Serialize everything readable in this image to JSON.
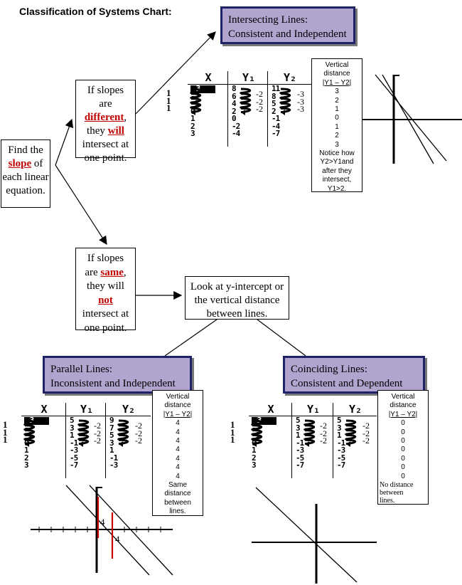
{
  "title": "Classification of Systems Chart:",
  "find_box": [
    "Find the",
    "slope",
    "of each linear equation."
  ],
  "different_box": {
    "l1": "If slopes",
    "l2": "are",
    "l3": "different",
    "l3b": ",",
    "l4a": "they ",
    "l4b": "will",
    "l5": "intersect at",
    "l6": "one point."
  },
  "same_box": {
    "l1": "If slopes",
    "l2a": "are ",
    "l2b": "same",
    "l2c": ",",
    "l3": "they will",
    "l4": "not",
    "l5": "intersect at",
    "l6": "one point."
  },
  "look_box": [
    "Look at y-intercept or",
    "the vertical distance",
    "between lines."
  ],
  "headers": {
    "intersecting": [
      "Intersecting Lines:",
      "Consistent and Independent"
    ],
    "parallel": [
      "Parallel Lines:",
      "Inconsistent and Independent"
    ],
    "coinciding": [
      "Coinciding Lines:",
      "Consistent and Dependent"
    ]
  },
  "vd_intersect": {
    "head": [
      "Vertical",
      "distance",
      "|Y1 – Y2|"
    ],
    "values": [
      "3",
      "2",
      "1",
      "0",
      "1",
      "2",
      "3"
    ],
    "note": [
      "Notice how",
      "Y2>Y1and",
      "after they",
      "intersect,",
      "Y1>2."
    ]
  },
  "vd_parallel": {
    "head": [
      "Vertical",
      "distance",
      "|Y1 – Y2|"
    ],
    "values": [
      "4",
      "4",
      "4",
      "4",
      "4",
      "4",
      "4"
    ],
    "note": [
      "Same",
      "distance",
      "between",
      "lines."
    ]
  },
  "vd_coinciding": {
    "head": [
      "Vertical",
      "distance",
      "|Y1 – Y2|"
    ],
    "values": [
      "0",
      "0",
      "0",
      "0",
      "0",
      "0",
      "0"
    ],
    "note": [
      "No distance",
      "between",
      "lines."
    ]
  },
  "calc_headers": [
    "X",
    "Y₁",
    "Y₂"
  ],
  "calc_intersect": {
    "x": [
      "-3",
      "-2",
      "-1",
      "0",
      "1",
      "2",
      "3"
    ],
    "y1": [
      "8",
      "6",
      "4",
      "2",
      "0",
      "-2",
      "-4"
    ],
    "y2": [
      "11",
      "8",
      "5",
      "2",
      "-1",
      "-4",
      "-7"
    ],
    "xdiff": [
      "1",
      "1",
      "1"
    ],
    "y1diff": [
      "-2",
      "-2",
      "-2"
    ],
    "y2diff": [
      "-3",
      "-3",
      "-3"
    ]
  },
  "calc_parallel": {
    "x": [
      "-3",
      "-2",
      "-1",
      "0",
      "1",
      "2",
      "3"
    ],
    "y1": [
      "5",
      "3",
      "1",
      "-1",
      "-3",
      "-5",
      "-7"
    ],
    "y2": [
      "9",
      "7",
      "5",
      "3",
      "1",
      "-1",
      "-3"
    ],
    "xdiff": [
      "1",
      "1",
      "1"
    ],
    "y1diff": [
      "-2",
      "-2",
      "-2"
    ],
    "y2diff": [
      "-2",
      "-2",
      "-2"
    ]
  },
  "calc_coinciding": {
    "x": [
      "-3",
      "-2",
      "-1",
      "0",
      "1",
      "2",
      "3"
    ],
    "y1": [
      "5",
      "3",
      "1",
      "-1",
      "-3",
      "-5",
      "-7"
    ],
    "y2": [
      "5",
      "3",
      "1",
      "-1",
      "-3",
      "-5",
      "-7"
    ],
    "xdiff": [
      "1",
      "1",
      "1"
    ],
    "y1diff": [
      "-2",
      "-2",
      "-2"
    ],
    "y2diff": [
      "-2",
      "-2",
      "-2"
    ]
  },
  "graph_labels": {
    "gap1": "4",
    "gap2": "4"
  }
}
